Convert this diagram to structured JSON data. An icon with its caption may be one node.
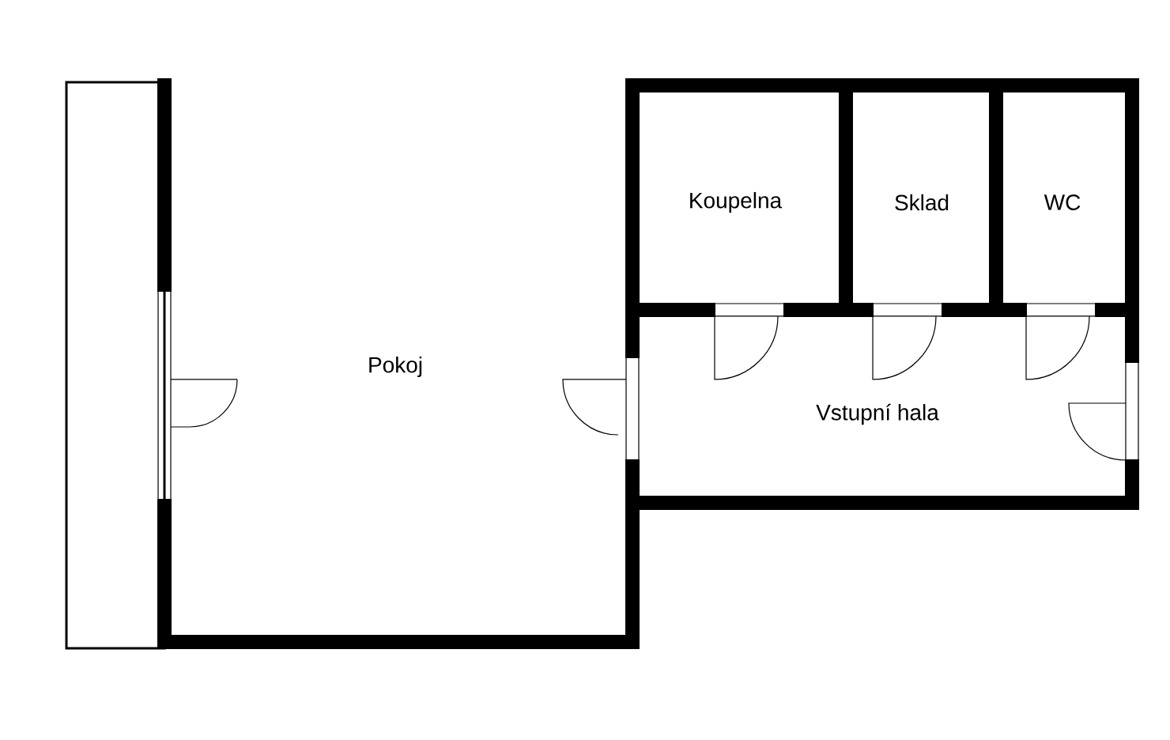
{
  "diagram": {
    "labels": [
      "Koupelna",
      "Sklad",
      "WC",
      "Pokoj",
      "Vstupní hala"
    ]
  }
}
